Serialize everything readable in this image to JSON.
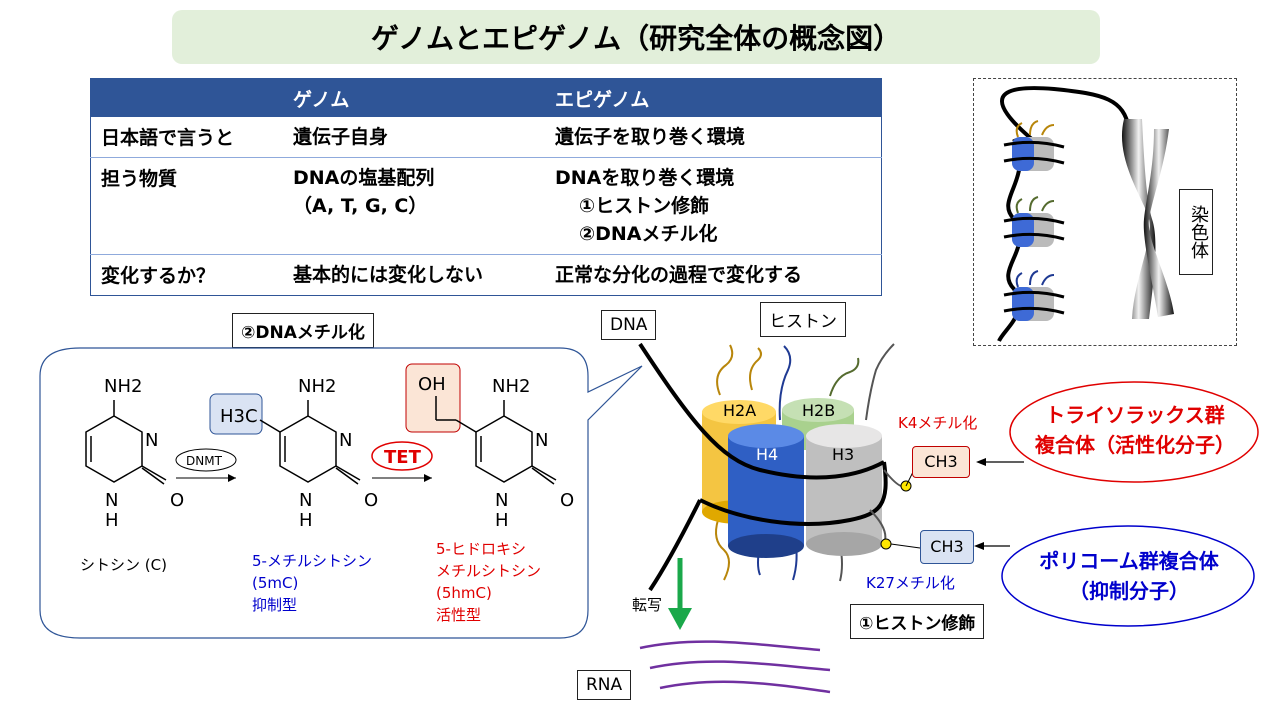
{
  "title": "ゲノムとエピゲノム（研究全体の概念図）",
  "table": {
    "headers": [
      "",
      "ゲノム",
      "エピゲノム"
    ],
    "rows": [
      {
        "label": "日本語で言うと",
        "genome": [
          "遺伝子自身"
        ],
        "epigenome": [
          "遺伝子を取り巻く環境"
        ]
      },
      {
        "label": "担う物質",
        "genome": [
          "DNAの塩基配列",
          "（A, T, G, C）"
        ],
        "epigenome": [
          "DNAを取り巻く環境",
          "①ヒストン修飾",
          "②DNAメチル化"
        ]
      },
      {
        "label": "変化するか？",
        "genome": [
          "基本的には変化しない"
        ],
        "epigenome": [
          "正常な分化の過程で変化する"
        ]
      }
    ]
  },
  "chromosome_label": "染色体",
  "dna_methylation": {
    "section_label": "②DNAメチル化",
    "nh2": "NH2",
    "n": "N",
    "nh": "H",
    "o": "O",
    "h3c": "H3C",
    "oh": "OH",
    "dnmt": "DNMT",
    "tet": "TET",
    "cytosine": "シトシン (C)",
    "mc_name": "5-メチルシトシン",
    "mc_abbr": "(5mC)",
    "mc_type": "抑制型",
    "hmc_name1": "5-ヒドロキシ",
    "hmc_name2": "メチルシトシン",
    "hmc_abbr": "(5hmC)",
    "hmc_type": "活性型"
  },
  "histone": {
    "dna_label": "DNA",
    "histone_label": "ヒストン",
    "h2a": "H2A",
    "h2b": "H2B",
    "h4": "H4",
    "h3": "H3",
    "k4": "K4メチル化",
    "k27": "K27メチル化",
    "ch3": "CH3",
    "transcription": "転写",
    "rna_label": "RNA",
    "section_label": "①ヒストン修飾",
    "trithorax1": "トライソラックス群",
    "trithorax2": "複合体（活性化分子）",
    "polycomb1": "ポリコーム群複合体",
    "polycomb2": "（抑制分子）"
  },
  "colors": {
    "header_bg": "#2f5597",
    "title_bg": "#e2efda",
    "activator": "#e00000",
    "repressor": "#0000cc",
    "arrow_green": "#1aa84a"
  }
}
